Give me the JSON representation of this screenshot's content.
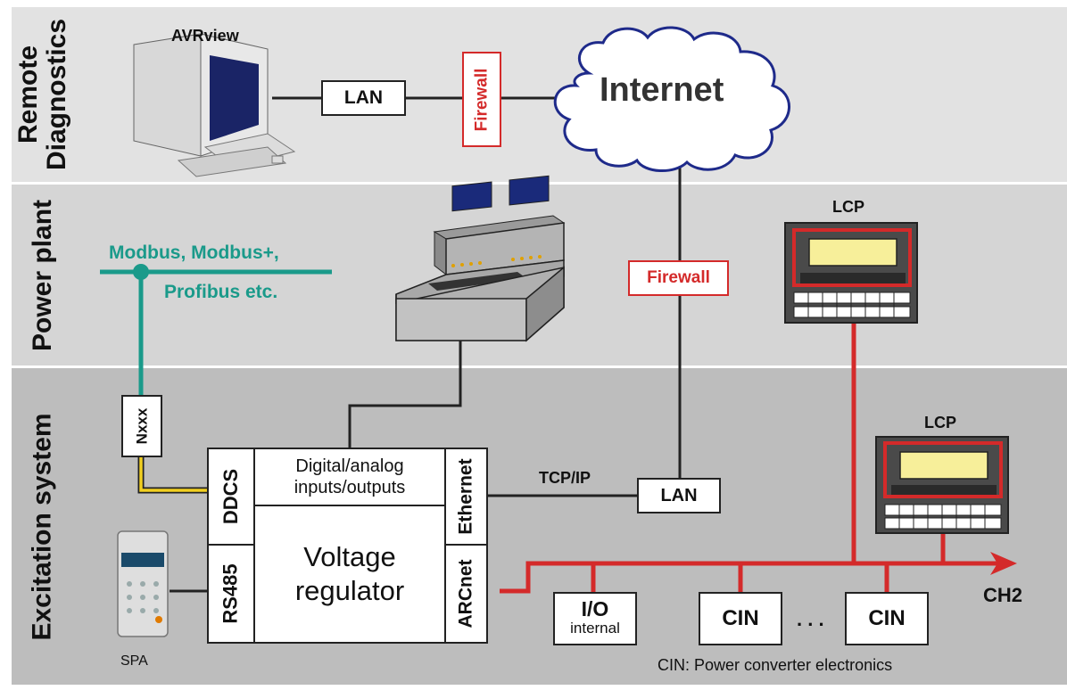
{
  "bands": {
    "remote": "Remote\nDiagnostics",
    "power": "Power plant",
    "excitation": "Excitation system"
  },
  "nodes": {
    "avrview": "AVRview",
    "lan_top": "LAN",
    "firewall_top": "Firewall",
    "internet": "Internet",
    "firewall_mid": "Firewall",
    "lcp_top": "LCP",
    "lcp_mid": "LCP",
    "fieldbus_line1": "Modbus, Modbus+,",
    "fieldbus_line2": "Profibus etc.",
    "nxxx": "Nxxx",
    "ddcs": "DDCS",
    "rs485": "RS485",
    "dio": "Digital/analog\ninputs/outputs",
    "voltage_regulator": "Voltage\nregulator",
    "ethernet": "Ethernet",
    "arcnet": "ARCnet",
    "tcpip": "TCP/IP",
    "lan_bottom": "LAN",
    "io_line1": "I/O",
    "io_line2": "internal",
    "cin1": "CIN",
    "dots": ". . .",
    "cin2": "CIN",
    "ch2": "CH2",
    "spa": "SPA",
    "cin_note": "CIN: Power converter electronics"
  },
  "colors": {
    "band_remote": "#e2e2e2",
    "band_power": "#d5d5d5",
    "band_excitation": "#bdbdbd",
    "fieldbus": "#1a9a8a",
    "arcnet_bus": "#d42a2a",
    "ddcs_link": "#f2d020",
    "cloud": "#1e2a8a"
  }
}
